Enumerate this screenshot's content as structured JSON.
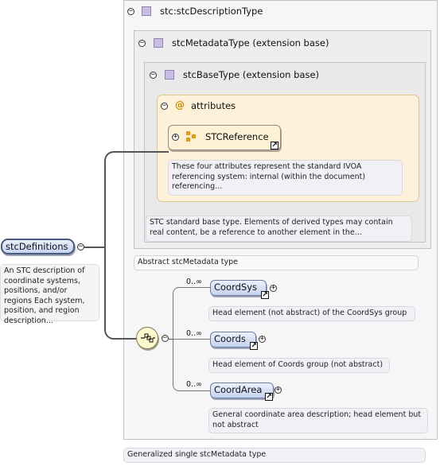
{
  "desc_type": {
    "title": "stc:stcDescriptionType",
    "footer_doc": "Generalized single stcMetadata type"
  },
  "metadata_type": {
    "title": "stcMetadataType (extension base)",
    "doc": "Abstract stcMetadata type"
  },
  "base_type": {
    "title": "stcBaseType (extension base)",
    "doc": "STC standard base type. Elements of derived types may contain real content, be a reference to another element in the..."
  },
  "attributes": {
    "title": "attributes",
    "at_symbol": "@",
    "group": "STCReference",
    "doc": "These four attributes represent the standard IVOA referencing system: internal (within the document) referencing..."
  },
  "root": {
    "label": "stcDefinitions",
    "doc": "An STC description of coordinate systems, positions, and/or regions Each system, position, and region description..."
  },
  "choice": {
    "children": [
      {
        "label": "CoordSys",
        "occurrence": "0..∞",
        "doc": "Head element (not abstract) of the CoordSys group"
      },
      {
        "label": "Coords",
        "occurrence": "0..∞",
        "doc": "Head element of Coords group (not abstract)"
      },
      {
        "label": "CoordArea",
        "occurrence": "0..∞",
        "doc": "General coordinate area description; head element but not abstract"
      }
    ]
  },
  "icons": {
    "collapse": "−",
    "expand": "+",
    "link": "↗"
  },
  "colors": {
    "pill_top": "#eaf1ff",
    "pill_bottom": "#c4d3f0",
    "attributes_bg": "#fdf1d9",
    "type_square": "#c9bde3"
  }
}
